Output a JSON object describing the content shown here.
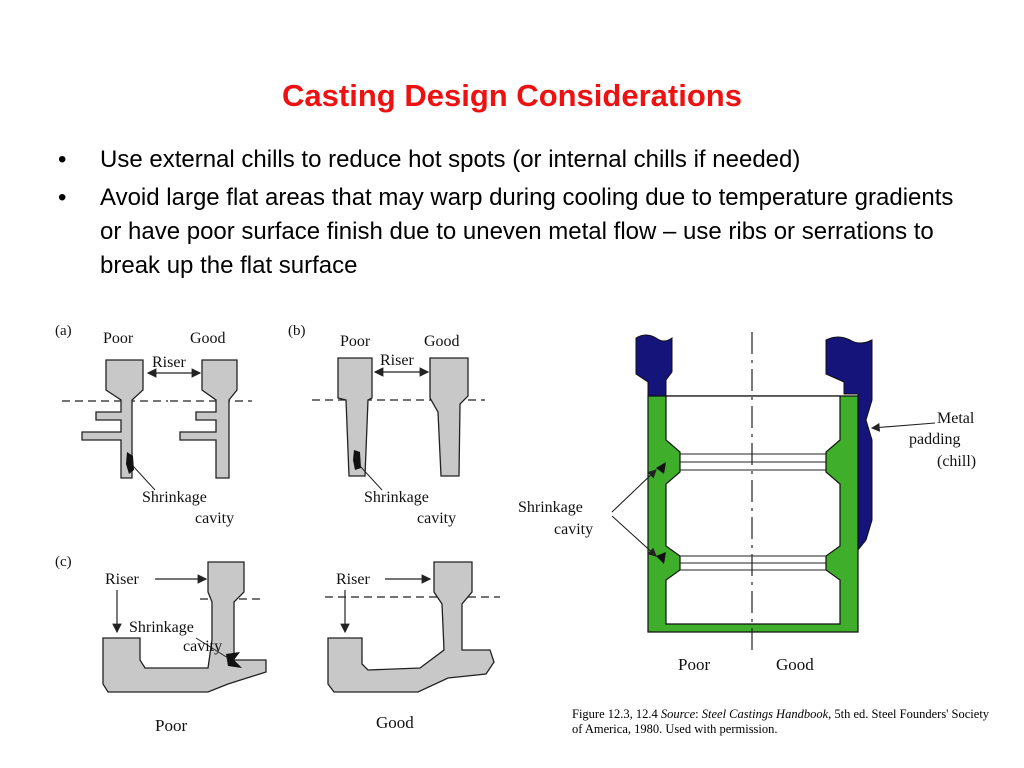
{
  "slide": {
    "title": "Casting Design Considerations",
    "bullets": [
      "Use external chills to reduce hot spots (or internal chills if needed)",
      "Avoid large flat areas that may warp during cooling due to temperature gradients or have poor surface finish due to uneven metal flow – use ribs or serrations to break up the flat surface"
    ],
    "bullet_glyph": "•"
  },
  "figure_a": {
    "panel": "(a)",
    "poor": "Poor",
    "good": "Good",
    "riser": "Riser",
    "shrinkage_line1": "Shrinkage",
    "shrinkage_line2": "cavity"
  },
  "figure_b": {
    "panel": "(b)",
    "poor": "Poor",
    "good": "Good",
    "riser": "Riser",
    "shrinkage_line1": "Shrinkage",
    "shrinkage_line2": "cavity"
  },
  "figure_c": {
    "panel": "(c)",
    "riser_left": "Riser",
    "riser_right": "Riser",
    "shrinkage_line1": "Shrinkage",
    "shrinkage_line2": "cavity",
    "poor": "Poor",
    "good": "Good"
  },
  "figure_chill": {
    "metal_line1": "Metal",
    "metal_line2": "padding",
    "metal_line3": "(chill)",
    "shrinkage_line1": "Shrinkage",
    "shrinkage_line2": "cavity",
    "poor": "Poor",
    "good": "Good"
  },
  "caption": {
    "prefix": "Figure 12.3, 12.4 ",
    "source_label": "Source",
    "colon": ": ",
    "book": "Steel Castings Handbook",
    "rest": ", 5th ed. Steel Founders' Society of America, 1980.  Used with permission."
  },
  "colors": {
    "title": "#ee1111",
    "casting_gray": "#c8c8c8",
    "chill_blue": "#14147a",
    "mold_green": "#3fae2b",
    "outline": "#222222"
  }
}
